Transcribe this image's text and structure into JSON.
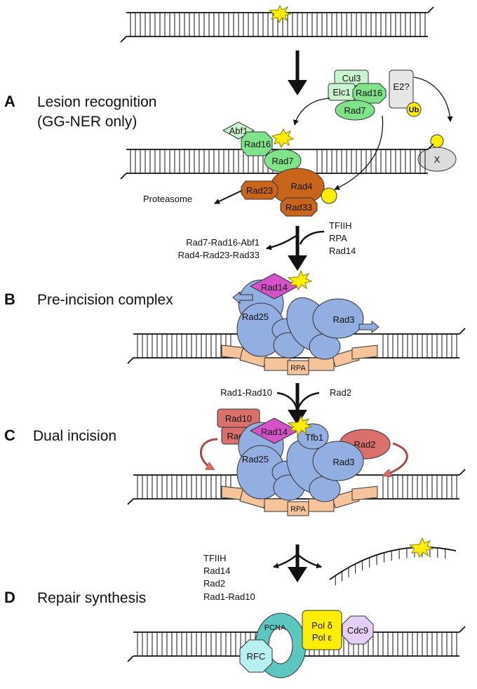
{
  "sections": {
    "a": {
      "letter": "A",
      "title1": "Lesion recognition",
      "title2": "(GG-NER only)"
    },
    "b": {
      "letter": "B",
      "title": "Pre-incision complex"
    },
    "c": {
      "letter": "C",
      "title": "Dual incision"
    },
    "d": {
      "letter": "D",
      "title": "Repair synthesis"
    }
  },
  "proteins": {
    "cul3": "Cul3",
    "elc1": "Elc1",
    "rad16": "Rad16",
    "rad7": "Rad7",
    "e2": "E2?",
    "ub": "Ub",
    "x": "X",
    "abf1": "Abf1",
    "rad16_b": "Rad16",
    "rad7_b": "Rad7",
    "rad23": "Rad23",
    "rad4": "Rad4",
    "rad33": "Rad33",
    "proteasome": "Proteasome",
    "rad14_b": "Rad14",
    "rad25_b": "Rad25",
    "rad3_b": "Rad3",
    "rpa_b": "RPA",
    "rad10": "Rad10",
    "rad1": "Rad1",
    "rad2": "Rad2",
    "rad14_c": "Rad14",
    "tfb1": "Tfb1",
    "rad25_c": "Rad25",
    "rad3_c": "Rad3",
    "rpa_c": "RPA",
    "pcna": "PCNA",
    "rfc": "RFC",
    "pol_d": "Pol δ",
    "pol_e": "Pol ε",
    "cdc9": "Cdc9"
  },
  "steps": {
    "released_ab_1": "Rad7-Rad16-Abf1",
    "released_ab_2": "Rad4-Rad23-Rad33",
    "added_ab_1": "TFIIH",
    "added_ab_2": "RPA",
    "added_ab_3": "Rad14",
    "added_bc_left": "Rad1-Rad10",
    "added_bc_right": "Rad2",
    "released_cd_1": "TFIIH",
    "released_cd_2": "Rad14",
    "released_cd_3": "Rad2",
    "released_cd_4": "Rad1-Rad10"
  },
  "colors": {
    "green_light": "#c8f5cf",
    "green": "#7fe38a",
    "orange": "#c8651b",
    "magenta": "#d453c9",
    "blue": "#93aee0",
    "peach": "#f6c49b",
    "salmon": "#d9706b",
    "yellow": "#ffee00",
    "teal": "#5cc6c0",
    "cyan_light": "#b8f0f2",
    "lavender": "#e6cff7",
    "grey": "#dcdcdc"
  }
}
